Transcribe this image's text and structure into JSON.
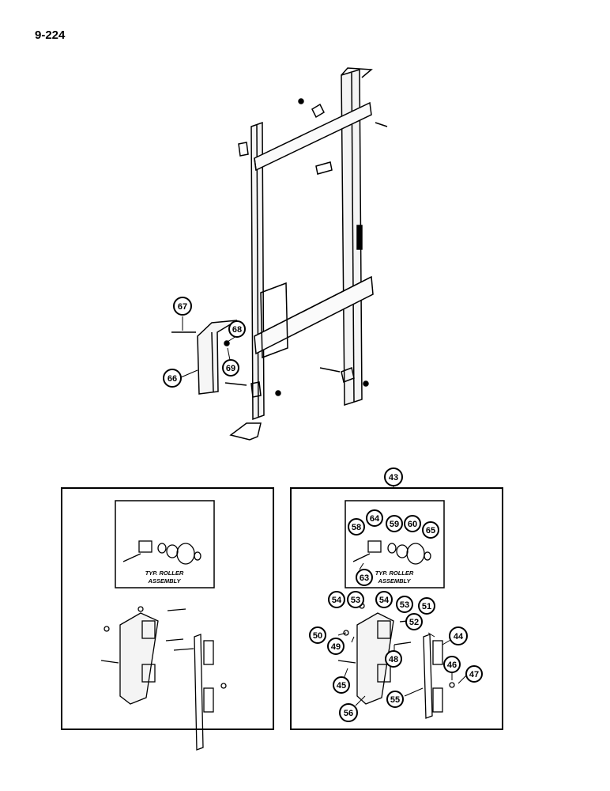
{
  "page": {
    "number": "9-224"
  },
  "callouts": {
    "c43": "43",
    "c44": "44",
    "c45": "45",
    "c46": "46",
    "c47": "47",
    "c48": "48",
    "c49": "49",
    "c50": "50",
    "c51": "51",
    "c52": "52",
    "c53a": "53",
    "c53b": "53",
    "c54a": "54",
    "c54b": "54",
    "c55": "55",
    "c56": "56",
    "c58": "58",
    "c59": "59",
    "c60": "60",
    "c63": "63",
    "c64": "64",
    "c65": "65",
    "c66": "66",
    "c67": "67",
    "c68": "68",
    "c69": "69"
  },
  "captions": {
    "left_line1": "TYP. ROLLER",
    "left_line2": "ASSEMBLY",
    "right_line1": "TYP. ROLLER",
    "right_line2": "ASSEMBLY"
  }
}
